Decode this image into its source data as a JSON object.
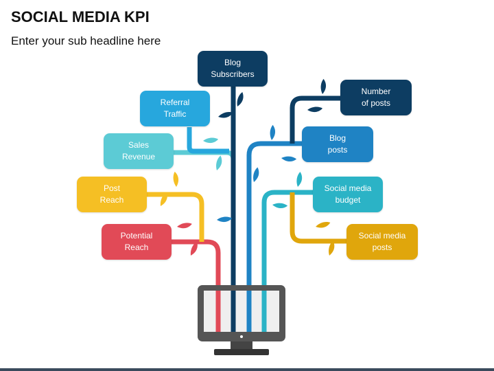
{
  "header": {
    "title": "SOCIAL MEDIA KPI",
    "subtitle": "Enter your sub headline here"
  },
  "colors": {
    "navy": "#0d3d62",
    "blue": "#1f83c4",
    "light_blue": "#2aa6d6",
    "cyan": "#5ccbd5",
    "teal": "#27b3c3",
    "yellow": "#f5bf24",
    "gold": "#e0a60c",
    "red": "#e14a57",
    "monitor": "#555555"
  },
  "kpis": {
    "blog_subscribers": "Blog\nSubscribers",
    "referral_traffic": "Referral\nTraffic",
    "sales_revenue": "Sales\nRevenue",
    "post_reach": "Post\nReach",
    "potential_reach": "Potential\nReach",
    "number_of_posts": "Number\nof posts",
    "blog_posts": "Blog\nposts",
    "social_media_budget": "Social media\nbudget",
    "social_media_posts": "Social media\nposts"
  },
  "icons": {
    "monitor": "monitor-icon",
    "leaf": "leaf-icon"
  }
}
